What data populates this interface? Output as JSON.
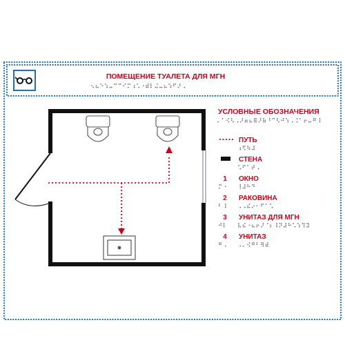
{
  "header": {
    "title": "ПОМЕЩЕНИЕ ТУАЛЕТА ДЛЯ МГН",
    "icon": "low-vision-glasses-icon"
  },
  "legend": {
    "title": "УСЛОВНЫЕ ОБОЗНАЧЕНИЯ",
    "items": [
      {
        "symbol": "dotted-line",
        "label": "ПУТЬ"
      },
      {
        "symbol": "thick-bar",
        "label": "СТЕНА"
      },
      {
        "symbol": "1",
        "label": "ОКНО"
      },
      {
        "symbol": "2",
        "label": "РАКОВИНА"
      },
      {
        "symbol": "3",
        "label": "УНИТАЗ ДЛЯ МГН"
      },
      {
        "symbol": "4",
        "label": "УНИТАЗ"
      }
    ]
  },
  "colors": {
    "accent": "#d0001b",
    "frame": "#1e6fa8",
    "wall": "#111111",
    "window": "#8a8fa0",
    "braille": "#666666"
  }
}
